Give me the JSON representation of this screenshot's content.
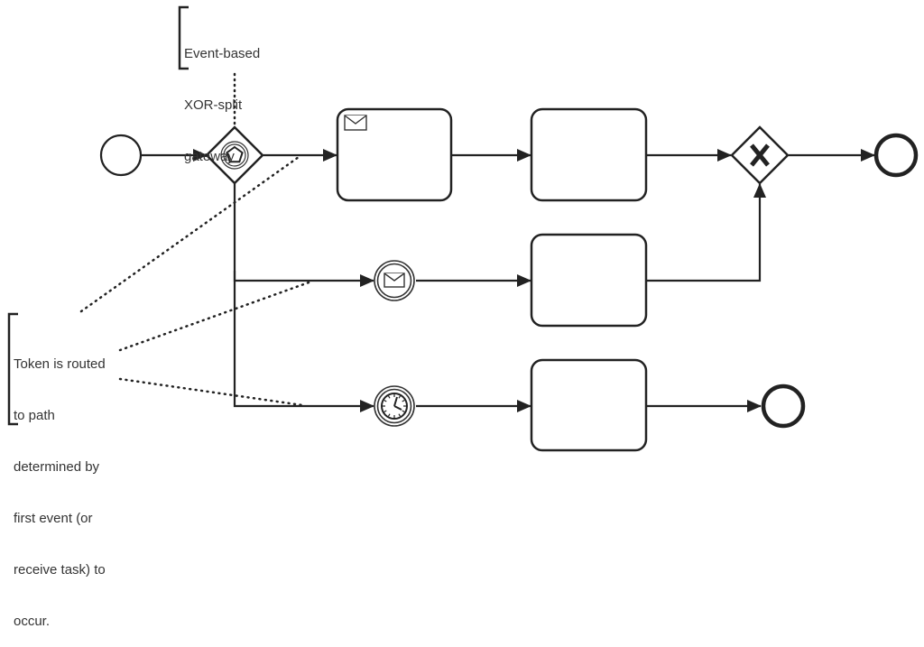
{
  "diagram": {
    "type": "BPMN process",
    "colors": {
      "stroke": "#222222",
      "text": "#333333",
      "background": "#ffffff"
    },
    "annotations": [
      {
        "id": "gateway-annotation",
        "lines": [
          "Event-based",
          "XOR-split",
          "gateway"
        ]
      },
      {
        "id": "token-annotation",
        "lines": [
          "Token is routed",
          "to path",
          "determined by",
          "first event (or",
          "receive task) to",
          "occur."
        ]
      }
    ],
    "nodes": [
      {
        "id": "start",
        "kind": "start-event"
      },
      {
        "id": "eventGateway",
        "kind": "event-based-gateway",
        "icon": "pentagon-icon"
      },
      {
        "id": "receiveTask",
        "kind": "receive-task",
        "icon": "envelope-icon"
      },
      {
        "id": "task2",
        "kind": "task"
      },
      {
        "id": "messageEvent",
        "kind": "intermediate-message-catch-event",
        "icon": "envelope-icon"
      },
      {
        "id": "task3",
        "kind": "task"
      },
      {
        "id": "timerEvent",
        "kind": "intermediate-timer-catch-event",
        "icon": "clock-icon"
      },
      {
        "id": "task4",
        "kind": "task"
      },
      {
        "id": "xorJoin",
        "kind": "exclusive-gateway",
        "marker": "X"
      },
      {
        "id": "end1",
        "kind": "end-event"
      },
      {
        "id": "end2",
        "kind": "end-event"
      }
    ],
    "flows": [
      [
        "start",
        "eventGateway"
      ],
      [
        "eventGateway",
        "receiveTask"
      ],
      [
        "receiveTask",
        "task2"
      ],
      [
        "task2",
        "xorJoin"
      ],
      [
        "xorJoin",
        "end1"
      ],
      [
        "eventGateway",
        "messageEvent"
      ],
      [
        "messageEvent",
        "task3"
      ],
      [
        "task3",
        "xorJoin"
      ],
      [
        "eventGateway",
        "timerEvent"
      ],
      [
        "timerEvent",
        "task4"
      ],
      [
        "task4",
        "end2"
      ]
    ]
  }
}
